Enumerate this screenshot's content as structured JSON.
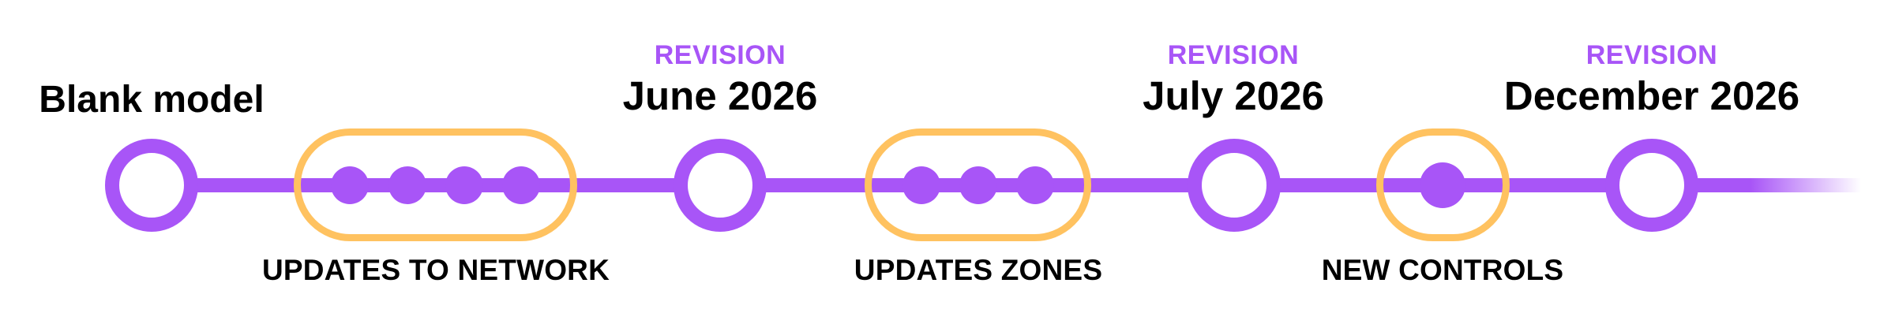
{
  "colors": {
    "accent_purple": "#A855F7",
    "highlight_orange": "#FFC260",
    "text": "#000000",
    "background": "#FFFFFF"
  },
  "timeline": {
    "start": {
      "title": "Blank model",
      "icon": "ring-milestone-icon"
    },
    "milestones": [
      {
        "kicker": "REVISION",
        "date": "June 2026",
        "icon": "ring-milestone-icon"
      },
      {
        "kicker": "REVISION",
        "date": "July 2026",
        "icon": "ring-milestone-icon"
      },
      {
        "kicker": "REVISION",
        "date": "December 2026",
        "icon": "ring-milestone-icon"
      }
    ],
    "update_groups": [
      {
        "caption": "UPDATES TO NETWORK",
        "dot_count": 4,
        "icon": "update-dot-icon"
      },
      {
        "caption": "UPDATES ZONES",
        "dot_count": 3,
        "icon": "update-dot-icon"
      },
      {
        "caption": "NEW CONTROLS",
        "dot_count": 1,
        "icon": "update-dot-icon"
      }
    ],
    "continues_indicator": "fade-out-line"
  }
}
